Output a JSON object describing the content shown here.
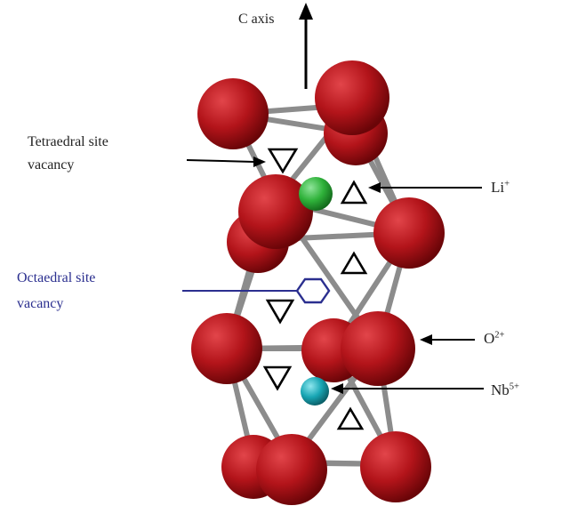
{
  "labels": {
    "c_axis": "C axis",
    "tetra_line1": "Tetraedral site",
    "tetra_line2": "vacancy",
    "octa_line1": "Octaedral site",
    "octa_line2": "vacancy",
    "li_base": "Li",
    "li_charge": "+",
    "o_base": "O",
    "o_charge": "2+",
    "nb_base": "Nb",
    "nb_charge": "5+"
  },
  "colors": {
    "oxygen": "#b3141a",
    "lithium": "#2fb23a",
    "niobium": "#18a6b4",
    "bond": "#8c8c8c",
    "octa_marker": "#2b2f8f"
  }
}
